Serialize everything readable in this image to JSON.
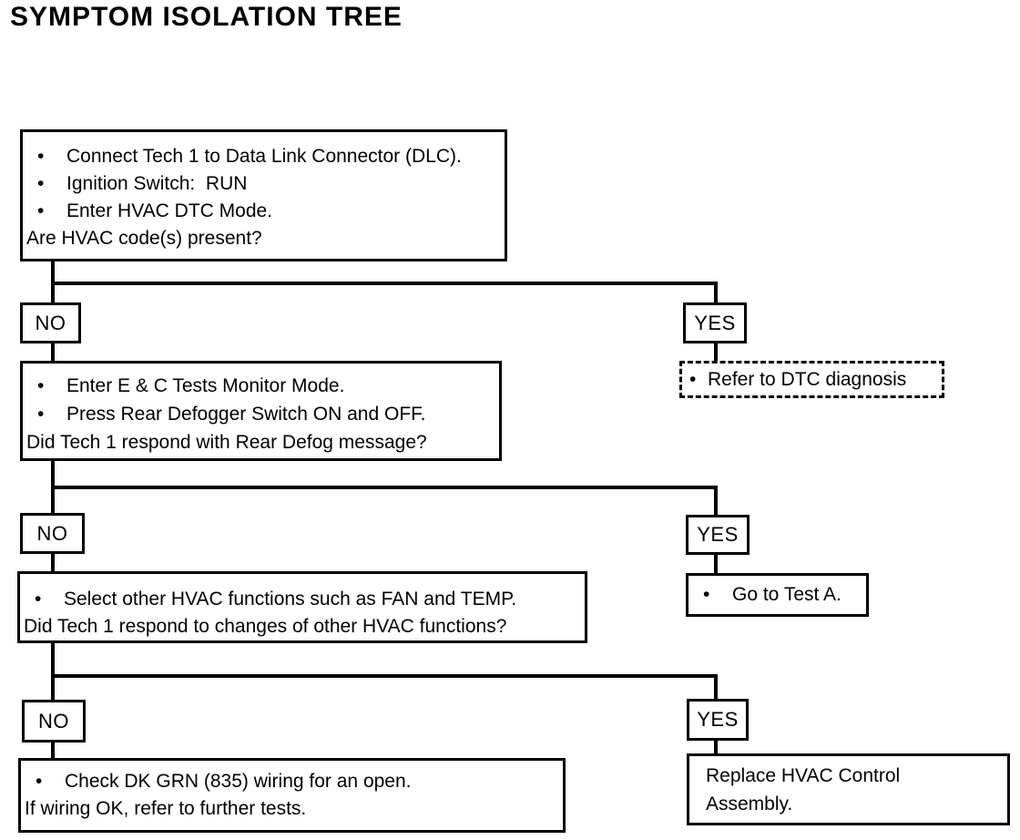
{
  "title": "SYMPTOM ISOLATION TREE",
  "glyphs": {
    "bullet": "•"
  },
  "tree": {
    "step1": {
      "bullets": [
        "Connect Tech 1 to Data Link Connector (DLC).",
        "Ignition Switch:  RUN",
        "Enter HVAC DTC Mode."
      ],
      "question": "Are HVAC code(s) present?"
    },
    "branch1": {
      "no": "NO",
      "yes": "YES",
      "yes_action": "Refer to DTC diagnosis"
    },
    "step2": {
      "bullets": [
        "Enter E & C Tests Monitor Mode.",
        "Press Rear Defogger Switch ON and OFF."
      ],
      "question": "Did Tech 1 respond with Rear Defog message?"
    },
    "branch2": {
      "no": "NO",
      "yes": "YES",
      "yes_action": "Go to Test A."
    },
    "step3": {
      "bullets": [
        "Select other HVAC functions such as FAN and TEMP."
      ],
      "question": "Did Tech 1 respond to changes of other HVAC functions?"
    },
    "branch3": {
      "no": "NO",
      "yes": "YES",
      "yes_action_line1": "Replace HVAC Control",
      "yes_action_line2": "Assembly."
    },
    "step4": {
      "bullets": [
        "Check DK GRN (835) wiring for an open."
      ],
      "question": "If wiring OK, refer to further tests."
    }
  }
}
